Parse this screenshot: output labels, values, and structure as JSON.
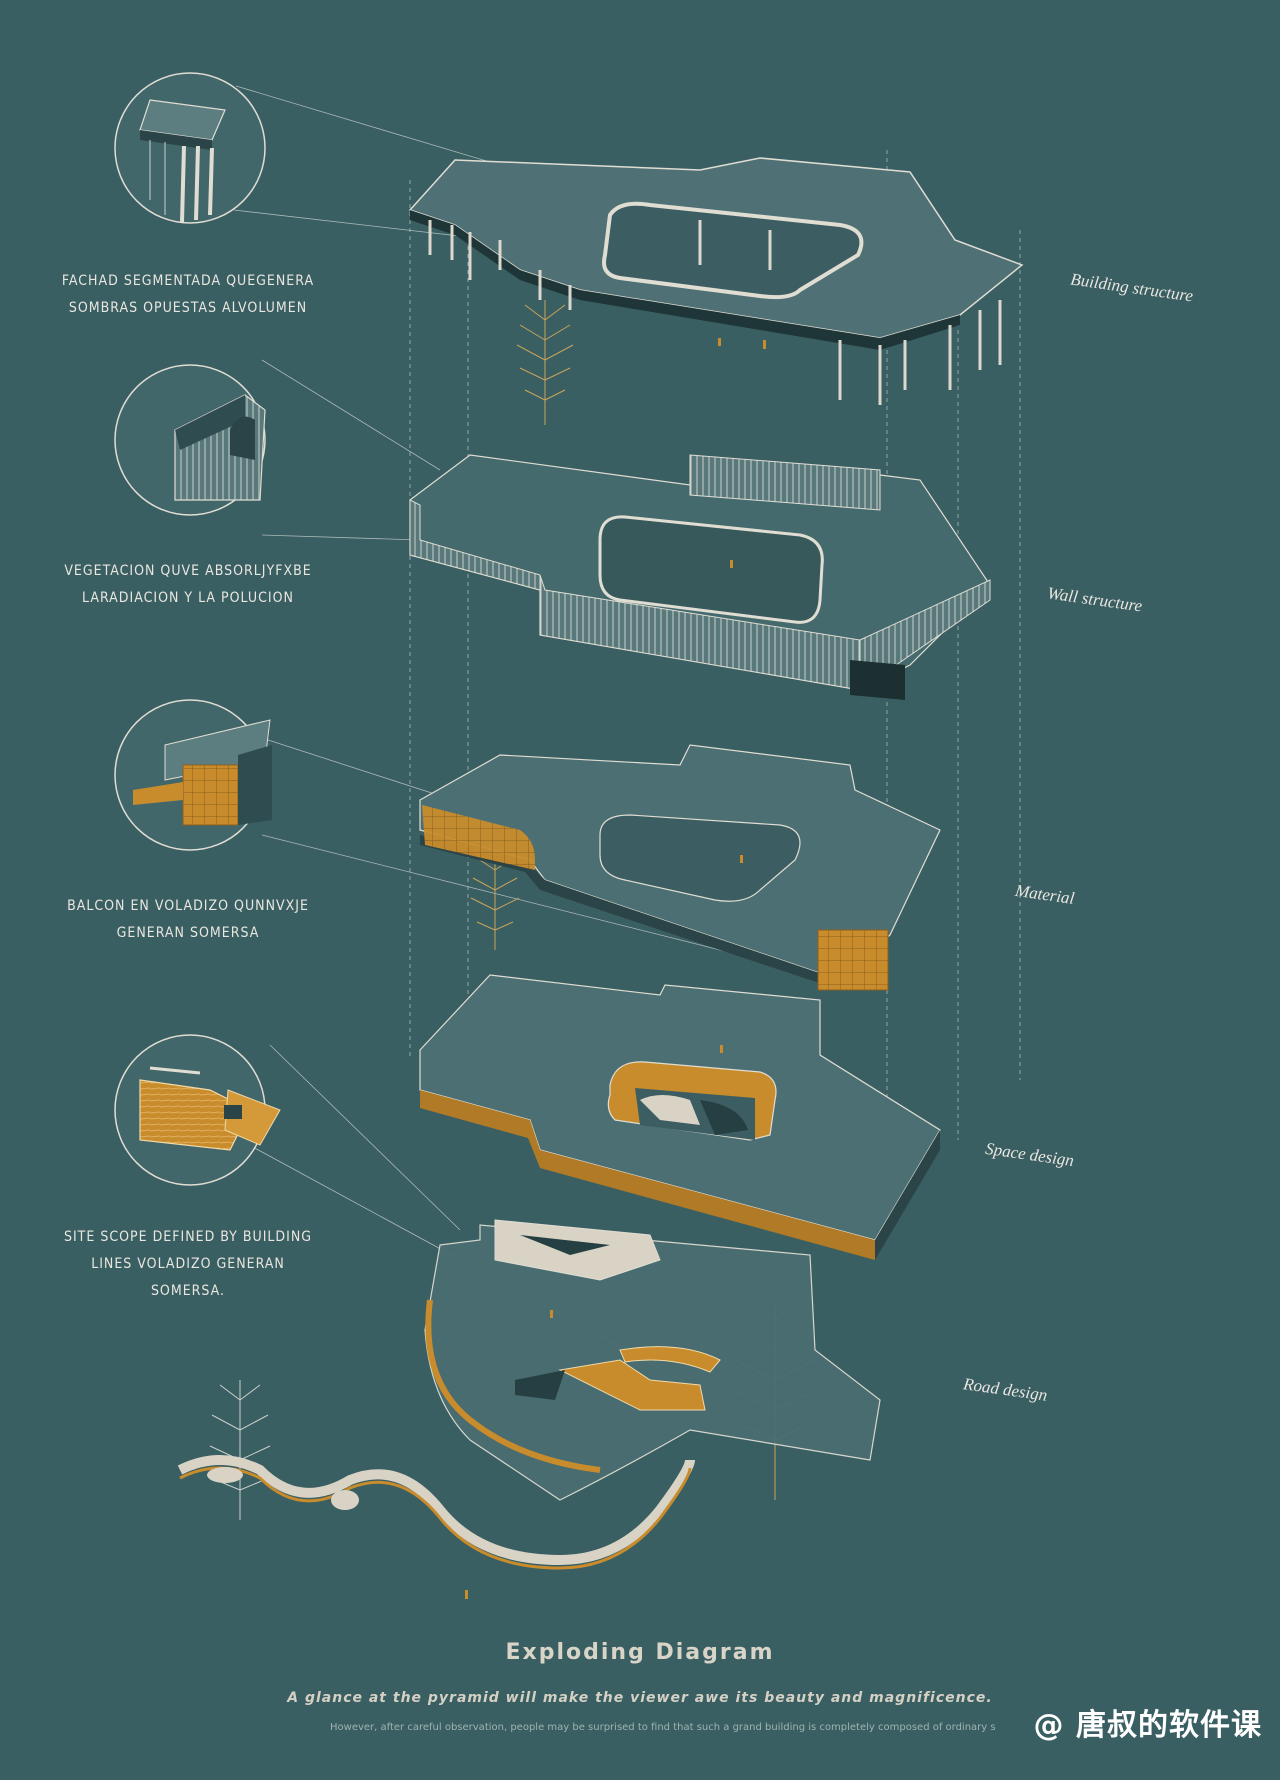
{
  "callouts": [
    {
      "id": "facade",
      "text_lines": [
        "FACHAD SEGMENTADA QUEGENERA",
        "SOMBRAS OPUESTAS ALVOLUMEN"
      ]
    },
    {
      "id": "vegetation",
      "text_lines": [
        "VEGETACION QUVE ABSORLJYFXBE",
        "LARADIACION Y LA POLUCION"
      ]
    },
    {
      "id": "balcony",
      "text_lines": [
        "BALCON EN VOLADIZO QUNNVXJE",
        "GENERAN SOMERSA"
      ]
    },
    {
      "id": "site",
      "text_lines": [
        "SITE SCOPE DEFINED BY BUILDING",
        "LINES VOLADIZO GENERAN",
        "SOMERSA."
      ]
    }
  ],
  "layers": [
    {
      "label": "Building structure"
    },
    {
      "label": "Wall structure"
    },
    {
      "label": "Material"
    },
    {
      "label": "Space design"
    },
    {
      "label": "Road design"
    }
  ],
  "title": "Exploding Diagram",
  "subtitle": "A glance at the pyramid will make the viewer awe its beauty and magnificence.",
  "caption": "However, after careful observation, people may be surprised to find that such a grand building is completely composed of ordinary s",
  "watermark": "@ 唐叔的软件课",
  "colors": {
    "background": "#3a5f63",
    "slab": "#4c6f73",
    "edge": "#dad6cb",
    "accent": "#c98c2c",
    "dark": "#263f42"
  }
}
